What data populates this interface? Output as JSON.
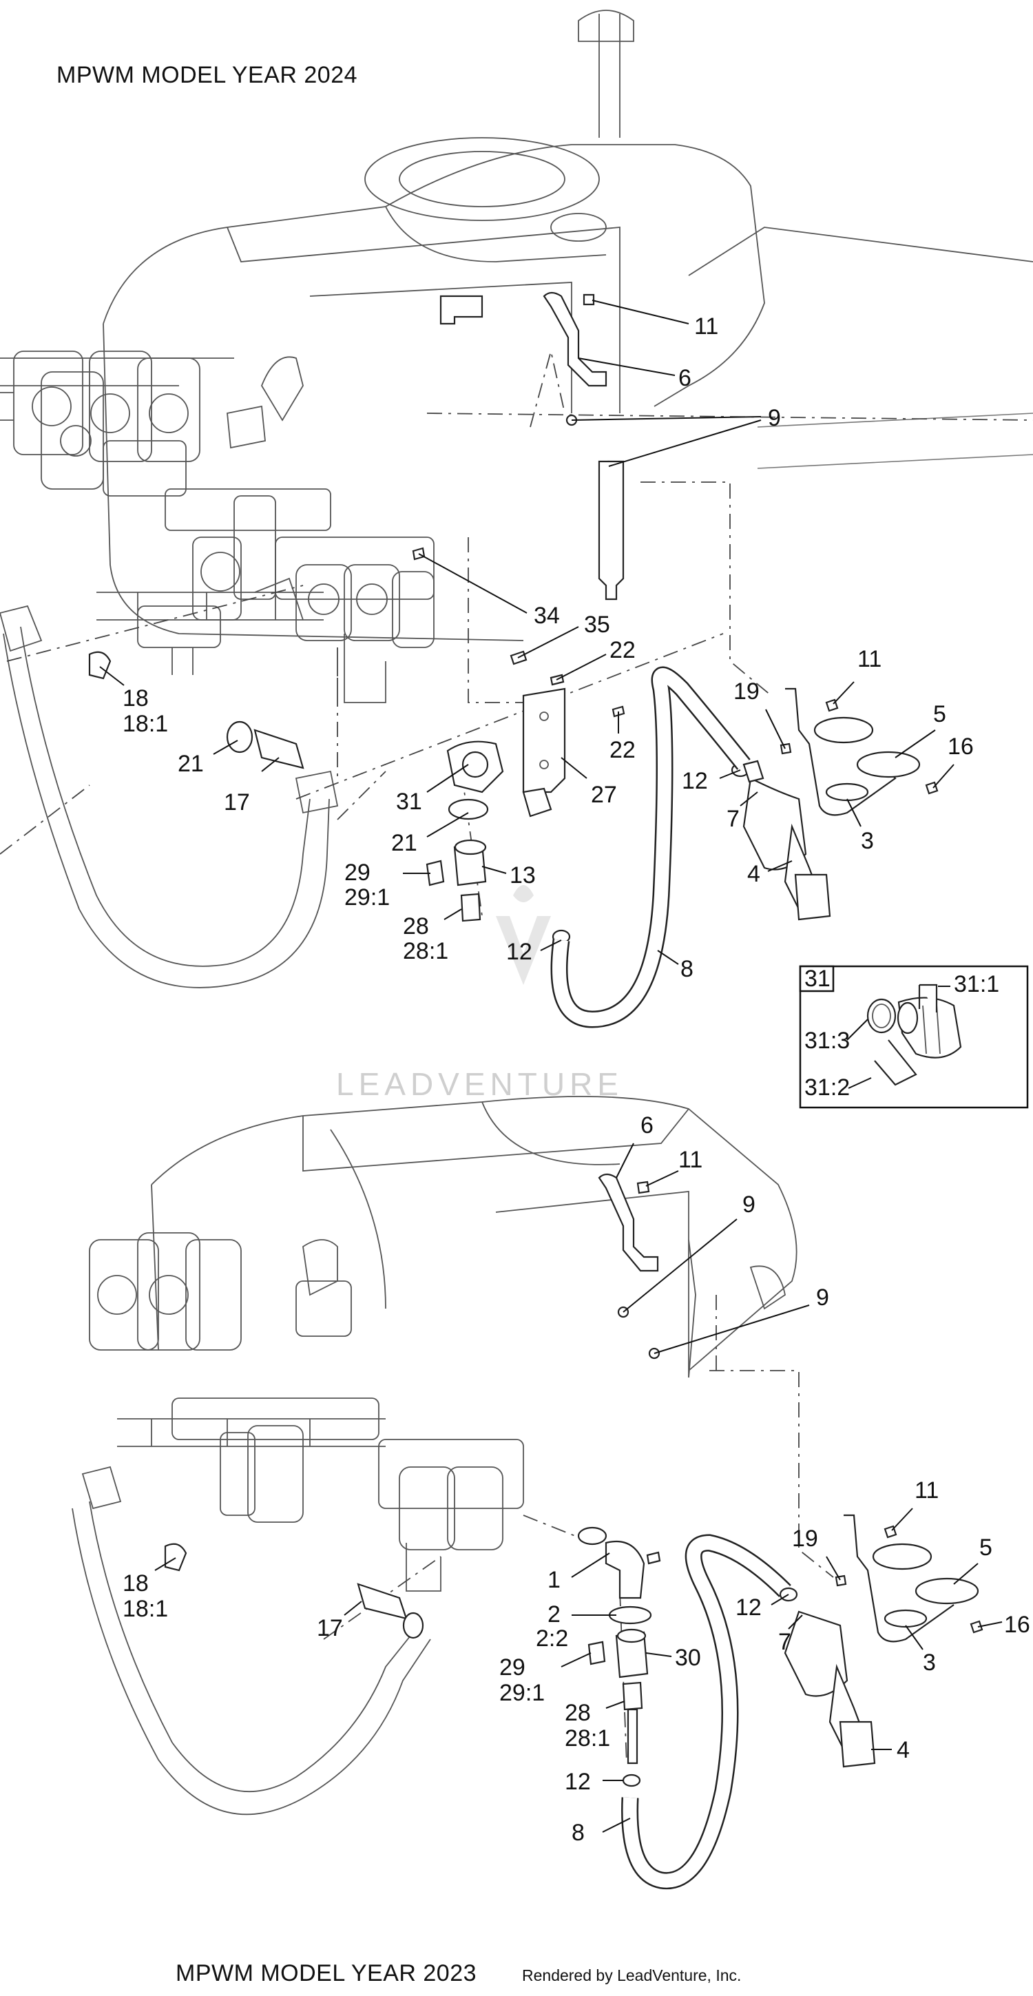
{
  "titles": {
    "top": "MPWM MODEL YEAR 2024",
    "bottom": "MPWM MODEL YEAR 2023",
    "credit": "Rendered by LeadVenture, Inc."
  },
  "watermark": "LEADVENTURE",
  "inset": {
    "id": "31",
    "labels": [
      "31:1",
      "31:3",
      "31:2"
    ]
  },
  "callouts_2024": [
    "11",
    "6",
    "9",
    "34",
    "35",
    "22",
    "22",
    "27",
    "11",
    "19",
    "5",
    "16",
    "12",
    "7",
    "3",
    "4",
    "18",
    "18:1",
    "21",
    "17",
    "31",
    "21",
    "13",
    "29",
    "29:1",
    "28",
    "28:1",
    "12",
    "8"
  ],
  "callouts_2023": [
    "6",
    "11",
    "9",
    "9",
    "18",
    "18:1",
    "17",
    "1",
    "2",
    "2:2",
    "30",
    "29",
    "29:1",
    "28",
    "28:1",
    "12",
    "8",
    "11",
    "19",
    "5",
    "12",
    "7",
    "16",
    "3",
    "4"
  ]
}
